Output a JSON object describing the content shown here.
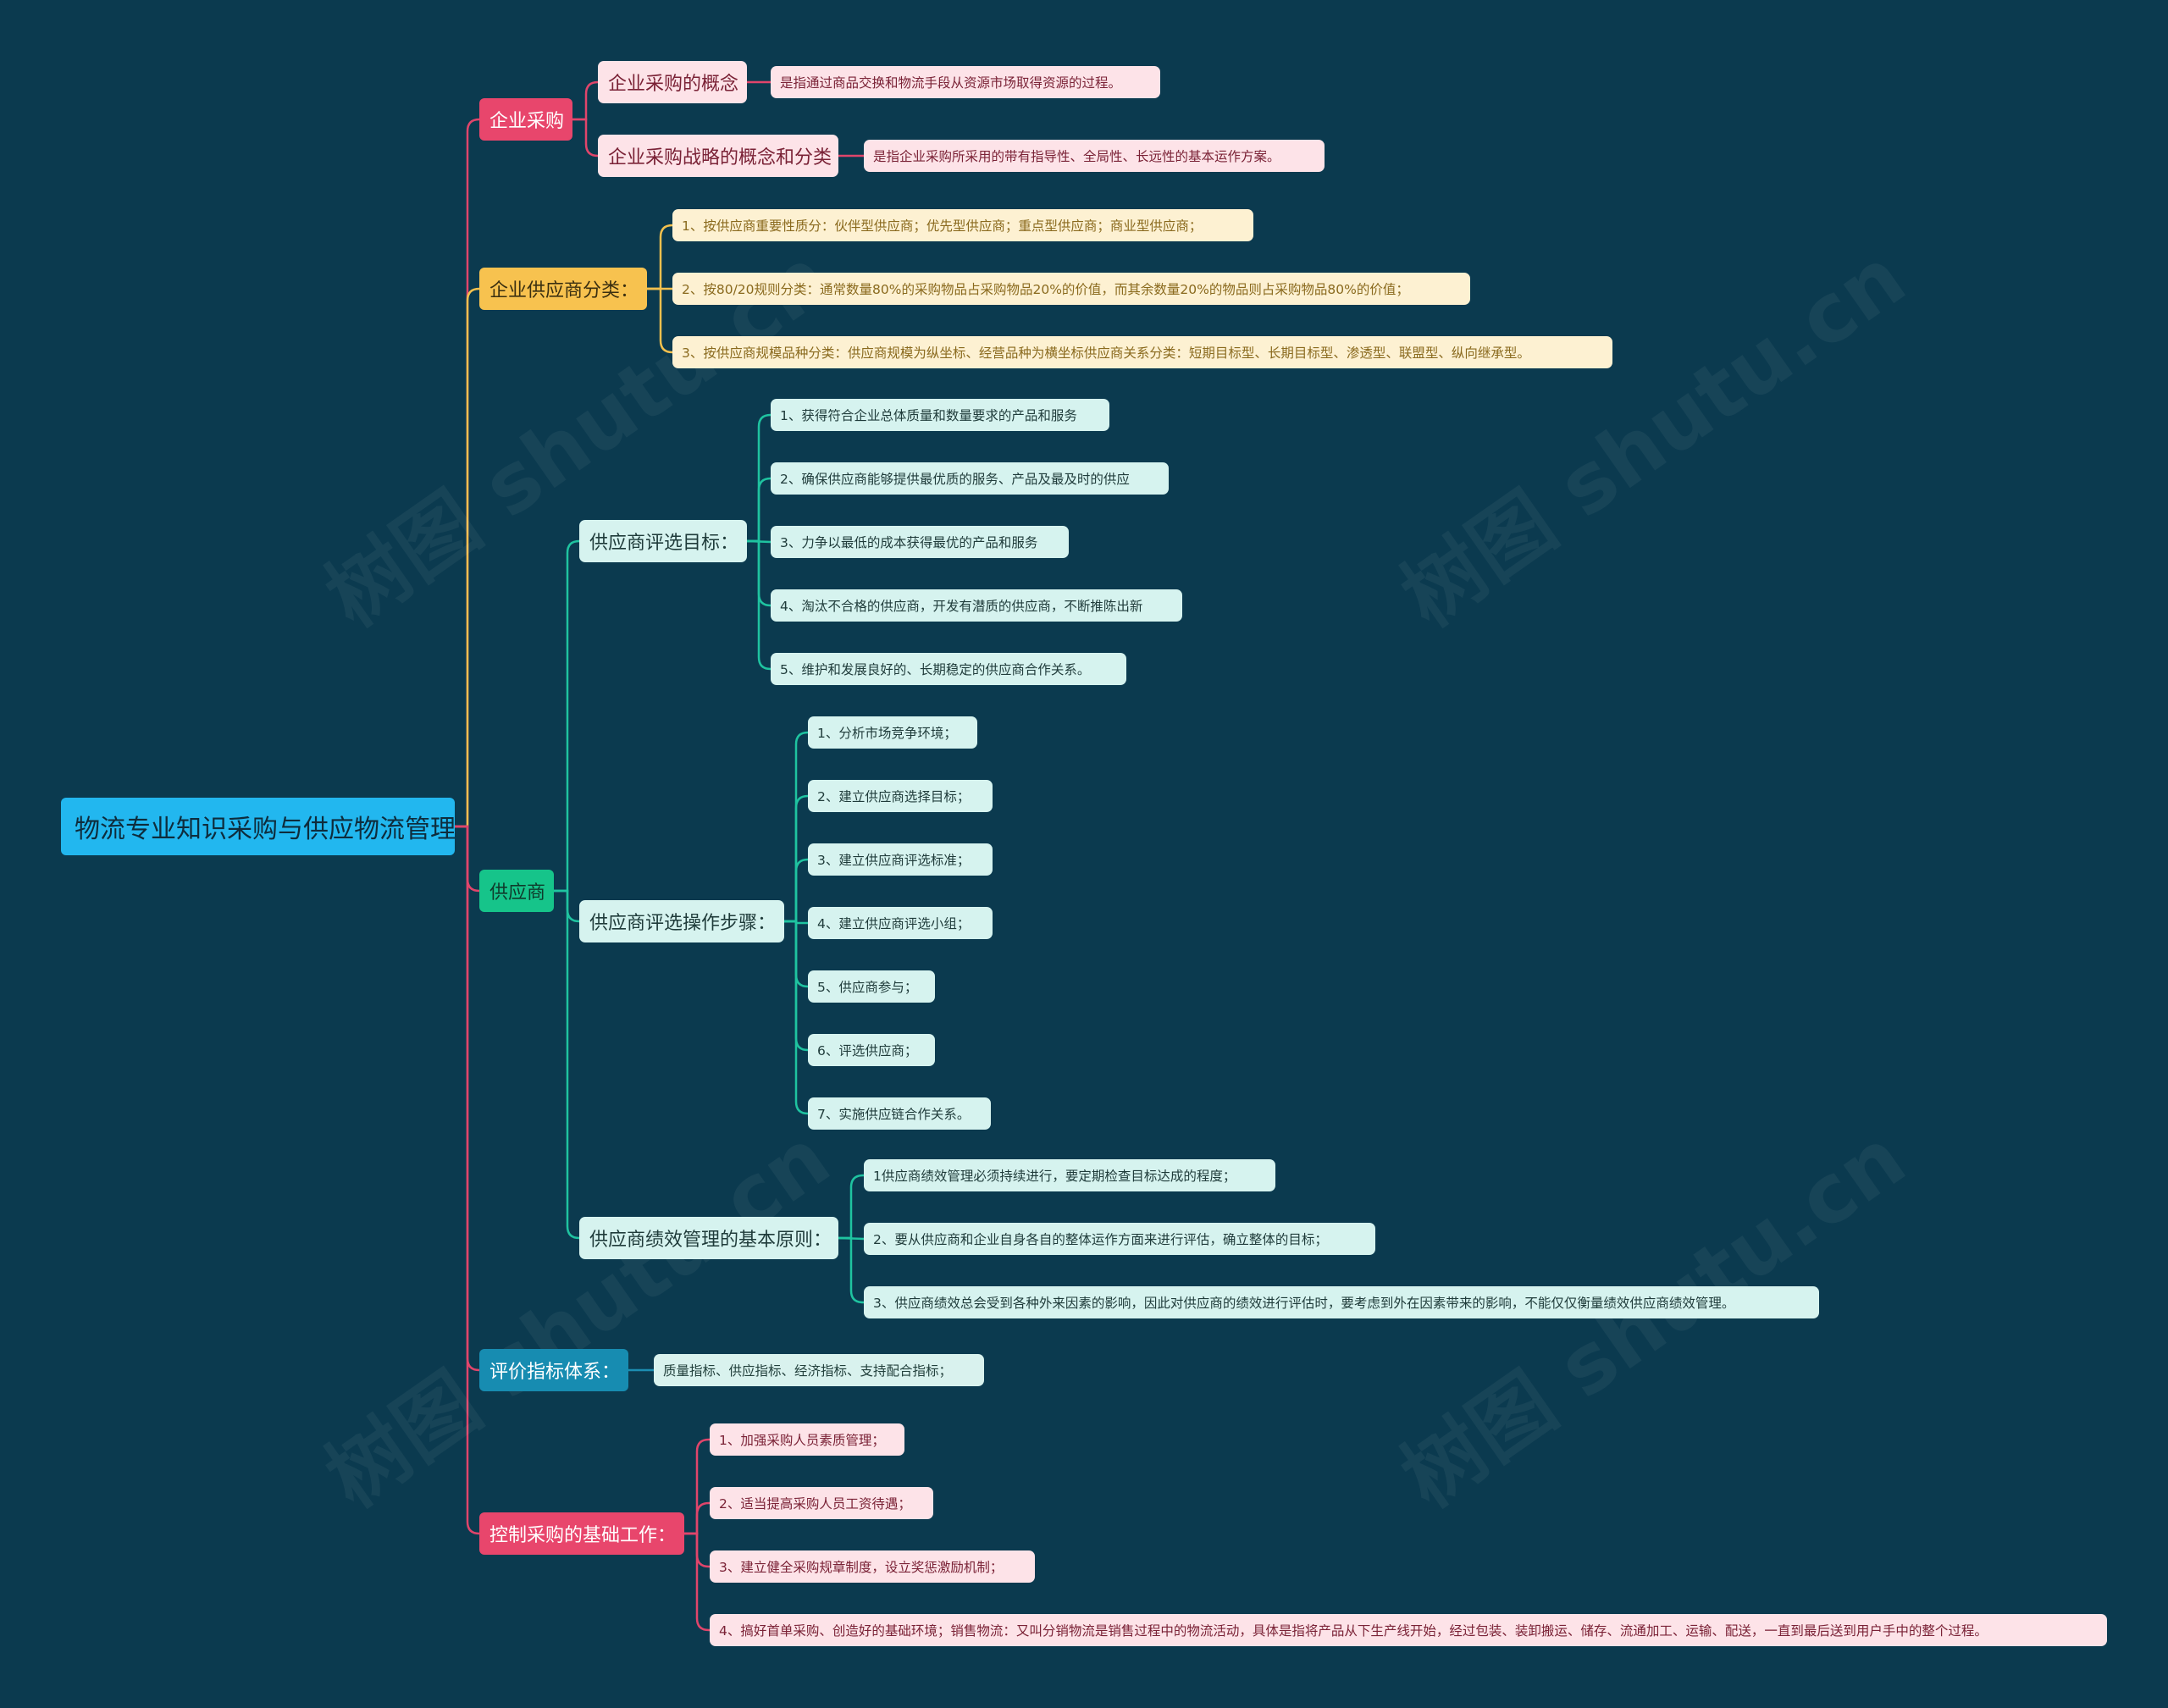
{
  "root": "物流专业知识采购与供应物流管理",
  "watermark": "树图 shutu.cn",
  "branches": {
    "procurement": {
      "label": "企业采购",
      "concept": {
        "label": "企业采购的概念",
        "desc": "是指通过商品交换和物流手段从资源市场取得资源的过程。"
      },
      "strategy": {
        "label": "企业采购战略的概念和分类",
        "desc": "是指企业采购所采用的带有指导性、全局性、长远性的基本运作方案。"
      }
    },
    "supplier_class": {
      "label": "企业供应商分类：",
      "items": [
        "1、按供应商重要性质分：伙伴型供应商；优先型供应商；重点型供应商；商业型供应商；",
        "2、按80/20规则分类：通常数量80%的采购物品占采购物品20%的价值，而其余数量20%的物品则占采购物品80%的价值；",
        "3、按供应商规模品种分类：供应商规模为纵坐标、经营品种为横坐标供应商关系分类：短期目标型、长期目标型、渗透型、联盟型、纵向继承型。"
      ]
    },
    "supplier": {
      "label": "供应商",
      "goals": {
        "label": "供应商评选目标：",
        "items": [
          "1、获得符合企业总体质量和数量要求的产品和服务",
          "2、确保供应商能够提供最优质的服务、产品及最及时的供应",
          "3、力争以最低的成本获得最优的产品和服务",
          "4、淘汰不合格的供应商，开发有潜质的供应商，不断推陈出新",
          "5、维护和发展良好的、长期稳定的供应商合作关系。"
        ]
      },
      "steps": {
        "label": "供应商评选操作步骤：",
        "items": [
          "1、分析市场竞争环境；",
          "2、建立供应商选择目标；",
          "3、建立供应商评选标准；",
          "4、建立供应商评选小组；",
          "5、供应商参与；",
          "6、评选供应商；",
          "7、实施供应链合作关系。"
        ]
      },
      "principles": {
        "label": "供应商绩效管理的基本原则：",
        "items": [
          "1供应商绩效管理必须持续进行，要定期检查目标达成的程度；",
          "2、要从供应商和企业自身各自的整体运作方面来进行评估，确立整体的目标；",
          "3、供应商绩效总会受到各种外来因素的影响，因此对供应商的绩效进行评估时，要考虑到外在因素带来的影响，不能仅仅衡量绩效供应商绩效管理。"
        ]
      }
    },
    "indicators": {
      "label": "评价指标体系：",
      "desc": "质量指标、供应指标、经济指标、支持配合指标；"
    },
    "control": {
      "label": "控制采购的基础工作：",
      "items": [
        "1、加强采购人员素质管理；",
        "2、适当提高采购人员工资待遇；",
        "3、建立健全采购规章制度，设立奖惩激励机制；",
        "4、搞好首单采购、创造好的基础环境；销售物流：又叫分销物流是销售过程中的物流活动，具体是指将产品从下生产线开始，经过包装、装卸搬运、储存、流通加工、运输、配送，一直到最后送到用户手中的整个过程。"
      ]
    }
  },
  "colors": {
    "background": "#0b3a4f",
    "root": "#22b7ef",
    "pink": "#e8466c",
    "gold": "#f7c24f",
    "green": "#16c48a",
    "blue": "#178cb1",
    "line_pink": "#e0456b",
    "line_gold": "#f2c04e",
    "line_green": "#1fc3a0",
    "line_blue": "#1c8db2"
  }
}
